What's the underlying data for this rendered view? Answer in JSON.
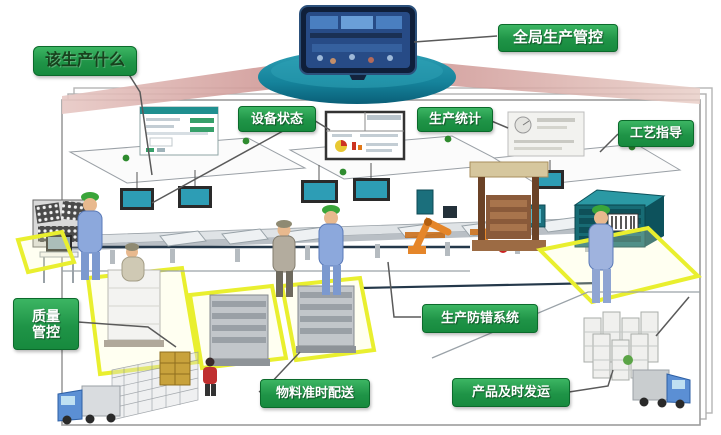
{
  "diagram_title_implied": "智能工厂生产管控示意图",
  "labels": {
    "what_to_produce": "该生产什么",
    "global_control": "全局生产管控",
    "equipment_status": "设备状态",
    "production_stats": "生产统计",
    "process_guidance": "工艺指导",
    "quality_line1": "质量",
    "quality_line2": "管控",
    "error_proofing": "生产防错系统",
    "material_delivery": "物料准时配送",
    "product_shipping": "产品及时发运"
  },
  "colors": {
    "label_green": "#28a24c",
    "label_border": "#0b6a2b",
    "label_text": "#ffffff",
    "what_label_text": "#17421d",
    "podium_teal": "#15839b",
    "beam_pink": "#d49a96",
    "floor_lane_yellow": "#e9ef2f",
    "crate_teal": "#176b74",
    "robot_orange": "#e5862a",
    "worker_blue": "#8ca8dc",
    "worker_gray": "#b3ac9e",
    "truck_cab_blue": "#5b8fd4",
    "page_border_gray": "#aaaaaa"
  },
  "scene_elements": [
    "control-room-screen",
    "podium-ellipse",
    "projection-beams",
    "order-form-window",
    "equipment-status-monitor",
    "production-stats-panel",
    "suspended-canopies",
    "hanging-monitors",
    "dot-matrix-machine",
    "inspection-table",
    "assembly-line-conveyor",
    "robot-arms",
    "workers",
    "wooden-booth",
    "barcode-crate",
    "yellow-floor-lanes",
    "pallet-stacks",
    "finished-goods-box-towers",
    "mesh-fence",
    "forklift-load",
    "inbound-truck",
    "outbound-truck",
    "stacked-pages-frame",
    "connector-lines"
  ]
}
